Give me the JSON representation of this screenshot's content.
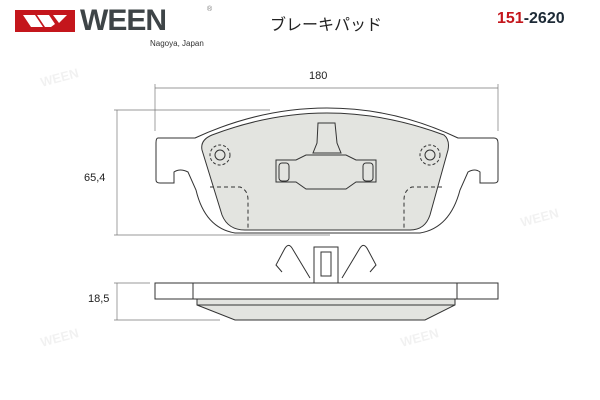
{
  "header": {
    "brand": "WEEN",
    "registered": "®",
    "origin": "Nagoya, Japan",
    "product_title": "ブレーキパッド",
    "part_number_prefix": "151",
    "part_number_suffix": "-2620"
  },
  "dimensions": {
    "width": "180",
    "height": "65,4",
    "thickness": "18,5"
  },
  "watermark": "WEEN",
  "colors": {
    "brand_red": "#c4161c",
    "brand_gray": "#3e4447",
    "pad_fill": "#e3e4e0"
  }
}
